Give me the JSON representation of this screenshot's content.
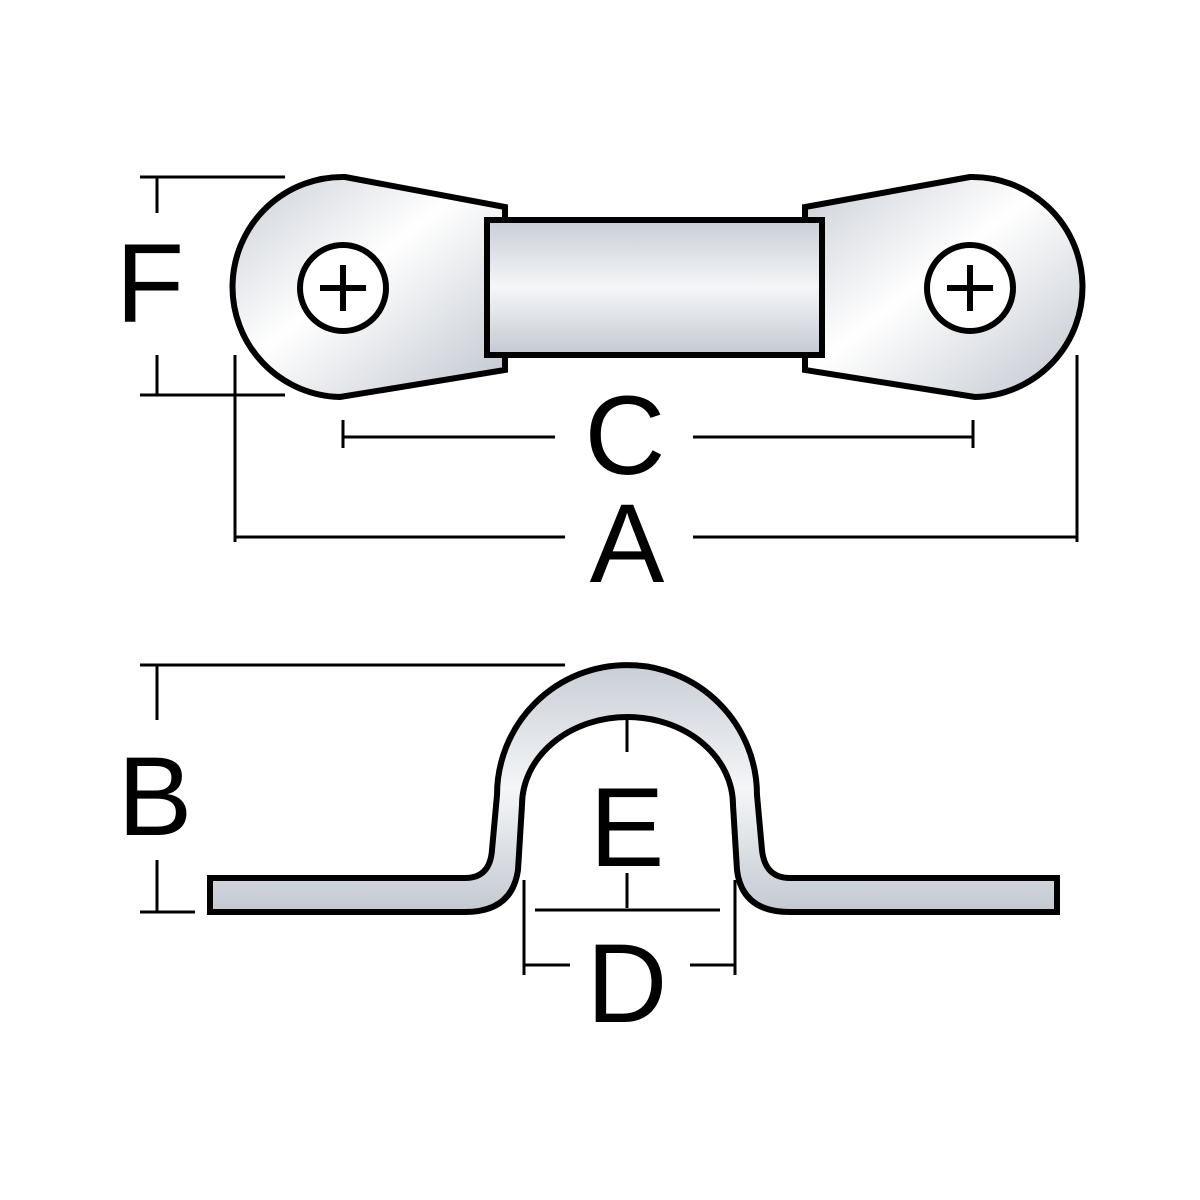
{
  "labels": {
    "A": "A",
    "B": "B",
    "C": "C",
    "D": "D",
    "E": "E",
    "F": "F"
  },
  "colors": {
    "metal_light": "#ffffff",
    "metal_dark": "#c9ced6",
    "outline": "#000000"
  }
}
